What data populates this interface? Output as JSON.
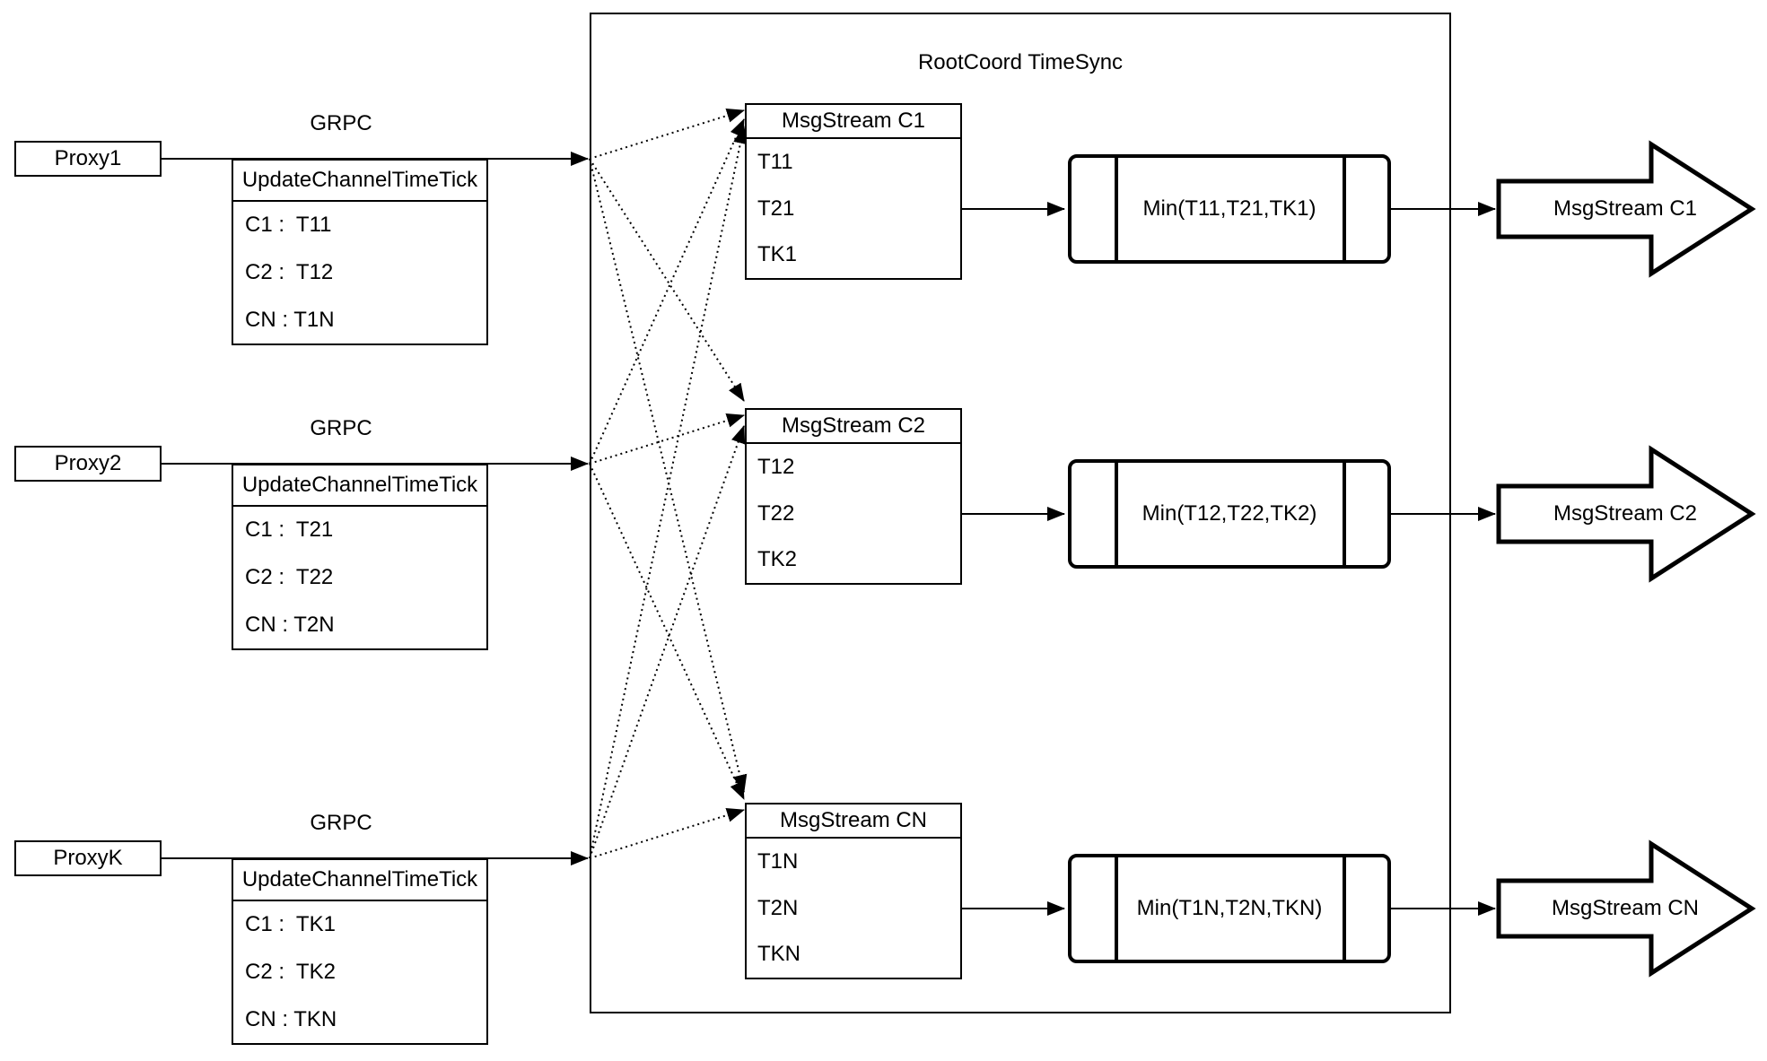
{
  "colors": {
    "ink": "#000000",
    "paper": "#ffffff"
  },
  "root": {
    "title": "RootCoord TimeSync"
  },
  "proxies": [
    {
      "label": "Proxy1",
      "grpc": "GRPC",
      "msg_title": "UpdateChannelTimeTick",
      "rows": [
        "C1 :  T11",
        "C2 :  T12",
        "CN : T1N"
      ]
    },
    {
      "label": "Proxy2",
      "grpc": "GRPC",
      "msg_title": "UpdateChannelTimeTick",
      "rows": [
        "C1 :  T21",
        "C2 :  T22",
        "CN : T2N"
      ]
    },
    {
      "label": "ProxyK",
      "grpc": "GRPC",
      "msg_title": "UpdateChannelTimeTick",
      "rows": [
        "C1 :  TK1",
        "C2 :  TK2",
        "CN : TKN"
      ]
    }
  ],
  "streams": [
    {
      "table_title": "MsgStream C1",
      "values": [
        "T11",
        "T21",
        "TK1"
      ],
      "min": "Min(T11,T21,TK1)",
      "output": "MsgStream C1"
    },
    {
      "table_title": "MsgStream C2",
      "values": [
        "T12",
        "T22",
        "TK2"
      ],
      "min": "Min(T12,T22,TK2)",
      "output": "MsgStream C2"
    },
    {
      "table_title": "MsgStream CN",
      "values": [
        "T1N",
        "T2N",
        "TKN"
      ],
      "min": "Min(T1N,T2N,TKN)",
      "output": "MsgStream CN"
    }
  ]
}
